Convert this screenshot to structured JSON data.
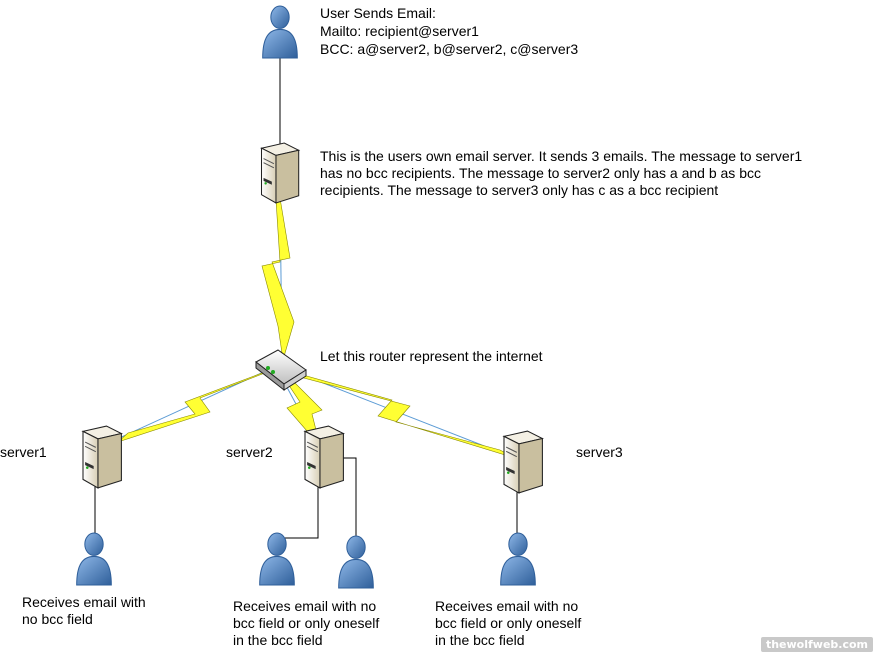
{
  "sender": {
    "heading": "User Sends Email:",
    "mailto": "Mailto: recipient@server1",
    "bcc": "BCC: a@server2, b@server2, c@server3"
  },
  "own_server_note": "This is the users own email server. It sends 3 emails. The message to server1\nhas no bcc recipients. The message to server2 only has a and b as bcc\nrecipients. The message to server3 only has c as a bcc recipient",
  "router_note": "Let this router represent the internet",
  "servers": {
    "server1": "server1",
    "server2": "server2",
    "server3": "server3"
  },
  "recipients": {
    "server1_note": "Receives email with\nno bcc field",
    "server2_note": "Receives email with no\nbcc field or only oneself\nin the bcc field",
    "server3_note": "Receives email with no\nbcc field or only oneself\nin the bcc field"
  },
  "watermark": "thewolfweb.com",
  "colors": {
    "person_fill": "#5b8fd0",
    "person_dark": "#2f5f9a",
    "server_body": "#eee8d6",
    "lightning": "#ffff33",
    "link_line": "#5b9bd5"
  }
}
